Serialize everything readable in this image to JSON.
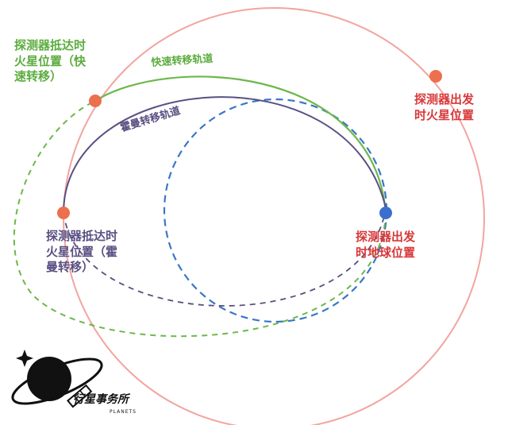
{
  "labels": {
    "mars_arrival_fast": "探测器抵达时\n火星位置（快\n速转移）",
    "fast_orbit": "快速转移轨道",
    "hohmann_orbit": "霍曼转移轨道",
    "mars_departure": "探测器出发\n时火星位置",
    "earth_departure": "探测器出发\n时地球位置",
    "mars_arrival_hohmann": "探测器抵达时\n火星位置（霍\n曼转移）"
  },
  "logo": {
    "text": "行星事务所",
    "subtext": "PLANETS"
  },
  "colors": {
    "mars_orbit": "#f2a5a0",
    "earth_orbit": "#3a77c6",
    "fast_orbit": "#6cb84a",
    "hohmann_orbit": "#5a4f82",
    "mars_marker": "#ec6f4e",
    "earth_marker": "#3a6fcf"
  }
}
